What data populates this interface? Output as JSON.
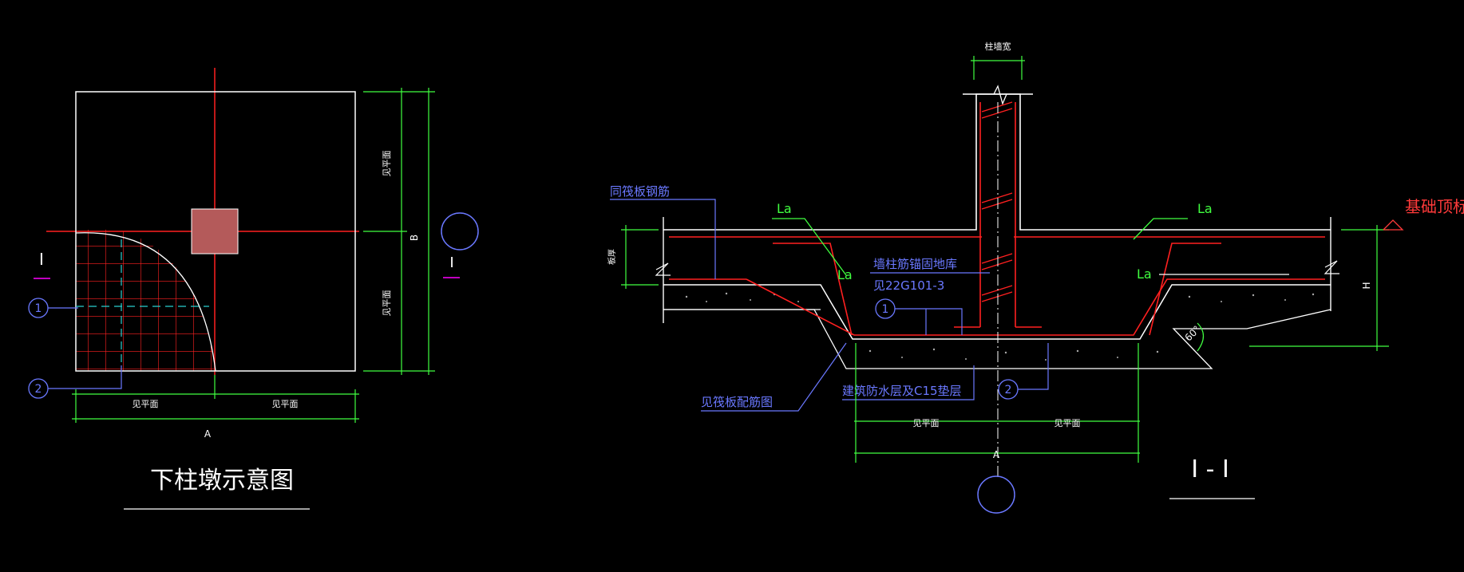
{
  "colors": {
    "background": "#000000",
    "outline": "#ffffff",
    "center_line": "#ff2020",
    "rebar": "#ff2020",
    "dimension": "#40ff40",
    "annotation": "#6a78ff",
    "column": "#b45a5a",
    "concrete_text": "#bbbbbb",
    "elevation": "#ff3a3a"
  },
  "plan_view": {
    "title": "下柱墩示意图",
    "section_mark": "I",
    "leader_1": "1",
    "leader_2": "2",
    "dim_left": "见平面",
    "dim_right": "见平面",
    "dim_total": "A",
    "dim_top": "见平面",
    "dim_bottom": "见平面",
    "dim_total_vertical": "B",
    "axis_label": "I"
  },
  "section_view": {
    "title": "I - I",
    "label_top_width": "柱墙宽",
    "label_top_rebar": "同筏板钢筋",
    "la_left_top": "La",
    "la_left_bottom": "La",
    "la_right_top": "La",
    "la_right_bottom": "La",
    "anchor_note_line1": "墙柱筋锚固地库",
    "anchor_note_line2": "见22G101-3",
    "leader_1": "1",
    "leader_2": "2",
    "raft_note": "见筏板配筋图",
    "waterproof_note": "建筑防水层及C15垫层",
    "raft_thickness": "板厚",
    "elevation": "基础顶标高",
    "height_label": "H",
    "angle_label": "60°",
    "dim_left": "见平面",
    "dim_right": "见平面",
    "dim_total": "A"
  }
}
